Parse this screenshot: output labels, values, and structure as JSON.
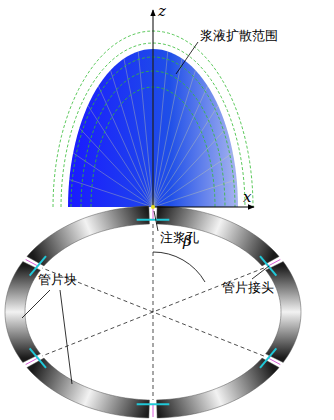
{
  "diagram": {
    "labels": [
      "z",
      "浆液扩散范围",
      "x",
      "注浆孔",
      "β",
      "管片接头",
      "管片块"
    ]
  }
}
